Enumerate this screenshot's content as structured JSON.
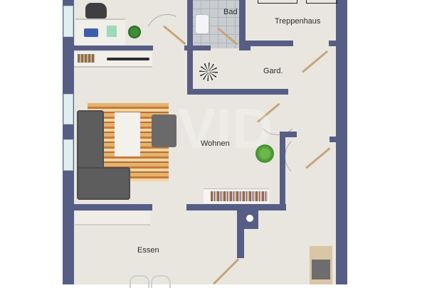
{
  "floorplan": {
    "rooms": [
      {
        "id": "bad",
        "label": "Bad"
      },
      {
        "id": "treppenhaus",
        "label": "Treppenhaus"
      },
      {
        "id": "garderobe",
        "label": "Gard."
      },
      {
        "id": "wohnen",
        "label": "Wohnen"
      },
      {
        "id": "essen",
        "label": "Essen"
      }
    ],
    "watermark": "VID"
  },
  "colors": {
    "wall": "#575e85",
    "floor": "#e8e6df",
    "bath_tile": "#c9cdd1",
    "door": "#c9a47a",
    "sofa": "#5d5d5d",
    "rug": "#d8a657"
  }
}
